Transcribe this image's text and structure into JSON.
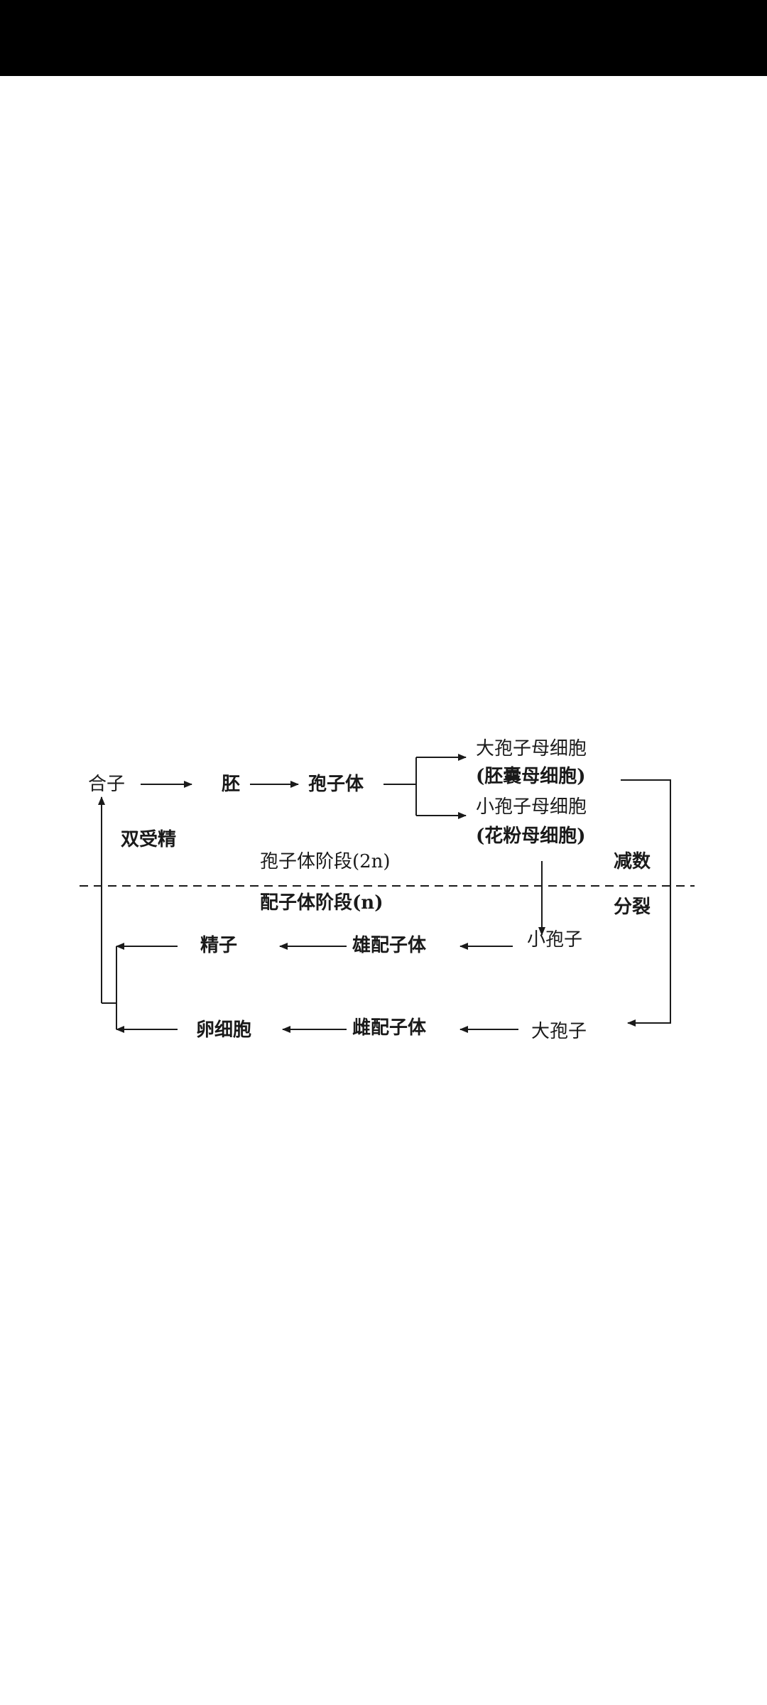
{
  "nodes": {
    "zygote": "合子",
    "embryo": "胚",
    "sporophyte": "孢子体",
    "megaspore_mother_cell": "大孢子母细胞",
    "embryo_sac_mother_cell": "(胚囊母细胞)",
    "microspore_mother_cell": "小孢子母细胞",
    "pollen_mother_cell": "(花粉母细胞)",
    "sperm": "精子",
    "male_gametophyte": "雄配子体",
    "microspore": "小孢子",
    "egg_cell": "卵细胞",
    "female_gametophyte": "雌配子体",
    "megaspore": "大孢子"
  },
  "labels": {
    "double_fertilization": "双受精",
    "sporophyte_stage": "孢子体阶段(2n)",
    "gametophyte_stage": "配子体阶段(n)",
    "meiosis_line1": "减数",
    "meiosis_line2": "分裂"
  }
}
